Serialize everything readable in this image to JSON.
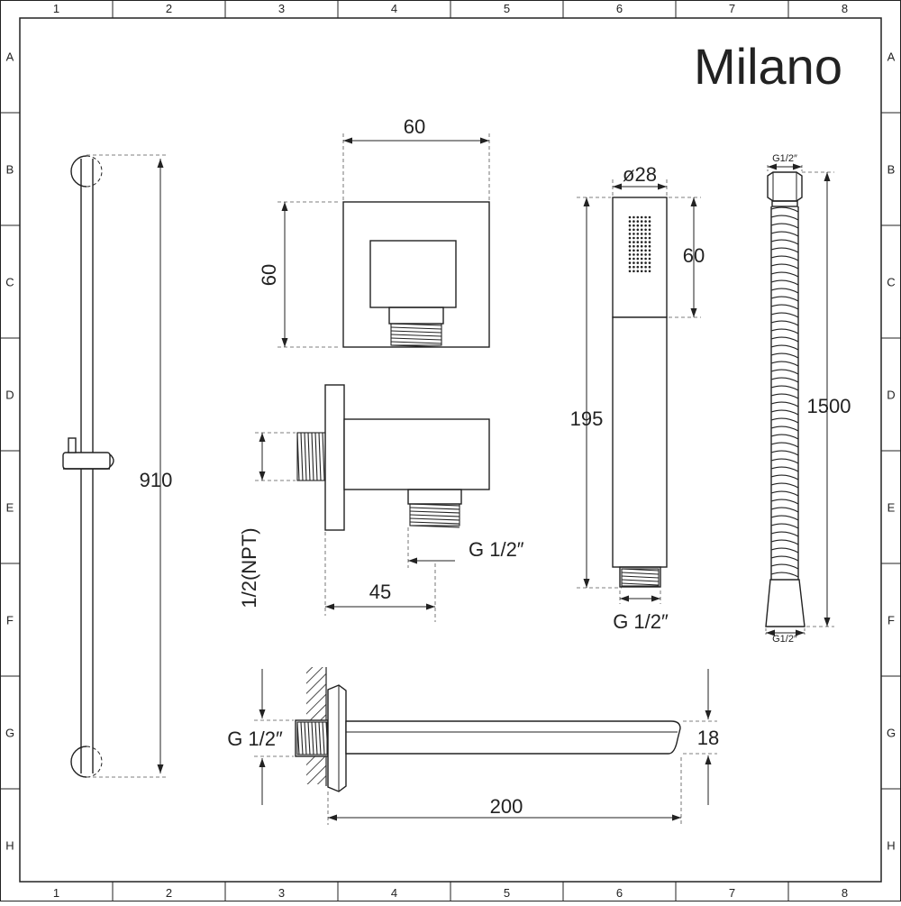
{
  "brand": "Milano",
  "border": {
    "columns": [
      "1",
      "2",
      "3",
      "4",
      "5",
      "6",
      "7",
      "8"
    ],
    "rows": [
      "A",
      "B",
      "C",
      "D",
      "E",
      "F",
      "G",
      "H"
    ]
  },
  "dimensions": {
    "rail_height": "910",
    "wall_outlet_width": "60",
    "wall_outlet_height": "60",
    "wall_outlet_depth": "45",
    "wall_outlet_inlet": "1/2(NPT)",
    "wall_outlet_thread": "G 1/2″",
    "handset_diameter": "ø28",
    "handset_head_length": "60",
    "handset_length": "195",
    "handset_thread": "G 1/2″",
    "hose_length": "1500",
    "hose_top_fitting": "G1/2″",
    "hose_bottom_fitting": "G1/2″",
    "spout_length": "200",
    "spout_thickness": "18",
    "spout_thread": "G 1/2″"
  }
}
